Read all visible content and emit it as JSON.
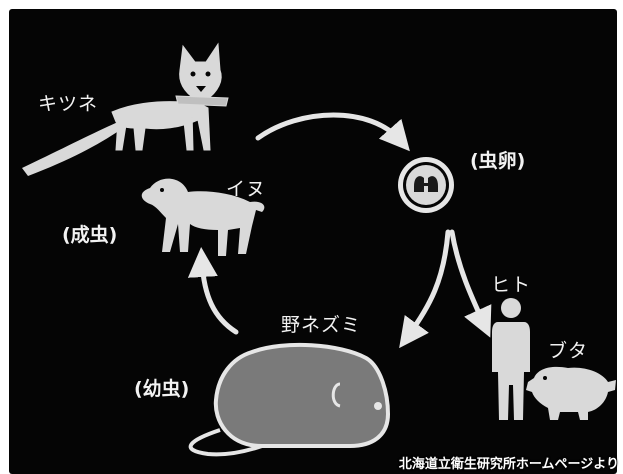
{
  "labels": {
    "fox": "キツネ",
    "dog": "イヌ",
    "adult": "(成虫)",
    "egg": "(虫卵)",
    "human": "ヒト",
    "pig": "ブタ",
    "rat": "野ネズミ",
    "larva": "(幼虫)"
  },
  "credit": "北海道立衛生研究所ホームページより",
  "colors": {
    "background": "#050505",
    "figure_fill": "#d9d9d9",
    "rat_fill": "#7a7a7a",
    "arrow": "#e6e6e6"
  }
}
